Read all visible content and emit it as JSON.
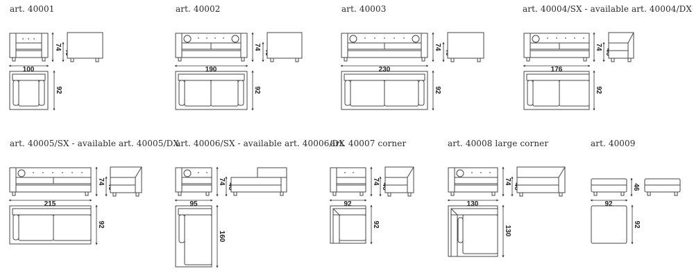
{
  "items": [
    {
      "title": "art. 40001",
      "w": "100",
      "d": "92",
      "h": "74",
      "s": "46"
    },
    {
      "title": "art. 40002",
      "w": "190",
      "d": "92",
      "h": "74",
      "s": "46"
    },
    {
      "title": "art. 40003",
      "w": "230",
      "d": "92",
      "h": "74",
      "s": "46"
    },
    {
      "title": "art. 40004/SX - available art. 40004/DX",
      "w": "176",
      "d": "92",
      "h": "74",
      "s": "46"
    },
    {
      "title": "art. 40005/SX - available art. 40005/DX",
      "w": "215",
      "d": "92",
      "h": "74",
      "s": "46"
    },
    {
      "title": "art. 40006/SX - available art. 40006/DX",
      "w": "95",
      "d": "160",
      "h": "74",
      "s": "46"
    },
    {
      "title": "art. 40007 corner",
      "w": "92",
      "d": "92",
      "h": "74",
      "s": "46"
    },
    {
      "title": "art. 40008 large corner",
      "w": "130",
      "d": "130",
      "h": "74",
      "s": "46"
    },
    {
      "title": "art. 40009",
      "w": "92",
      "d": "92",
      "s": "46"
    }
  ]
}
